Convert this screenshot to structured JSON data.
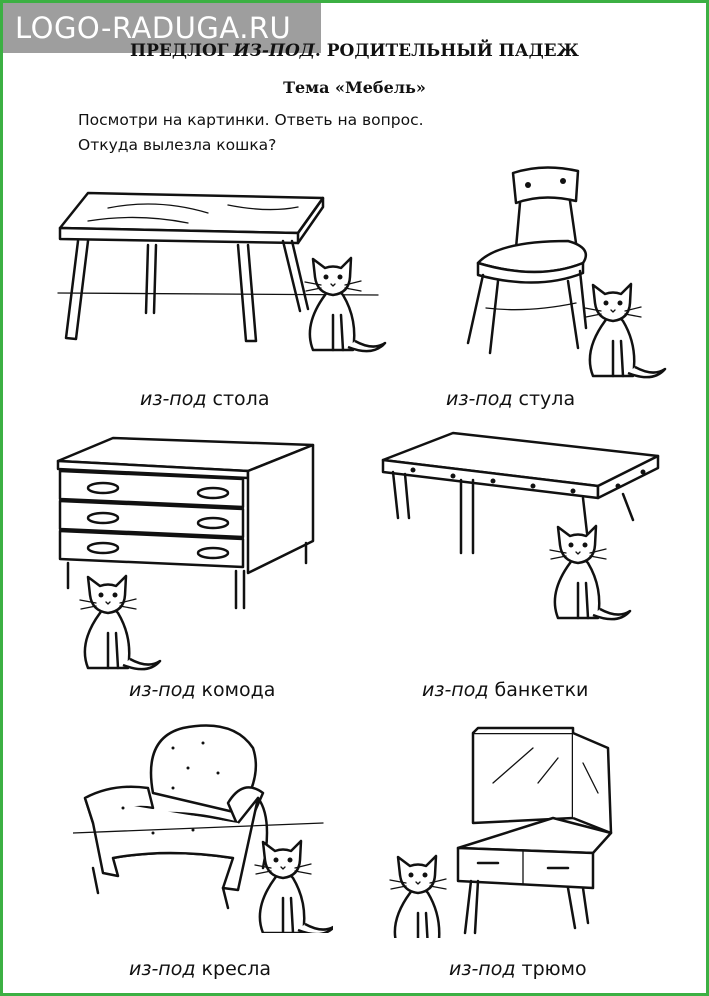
{
  "watermark": "LOGO-RADUGA.RU",
  "title": {
    "part1": "ПРЕДЛОГ",
    "part2": "ИЗ-ПОД",
    "part3": ". РОДИТЕЛЬНЫЙ ПАДЕЖ"
  },
  "subtitle": "Тема «Мебель»",
  "instructions": {
    "line1": "Посмотри на картинки. Ответь на вопрос.",
    "line2": "Откуда вылезла кошка?"
  },
  "captions": [
    {
      "prep": "из-под",
      "word": "стола",
      "icon": "table-icon"
    },
    {
      "prep": "из-под",
      "word": "стула",
      "icon": "chair-icon"
    },
    {
      "prep": "из-под",
      "word": "комода",
      "icon": "dresser-icon"
    },
    {
      "prep": "из-под",
      "word": "банкетки",
      "icon": "bench-icon"
    },
    {
      "prep": "из-под",
      "word": "кресла",
      "icon": "armchair-icon"
    },
    {
      "prep": "из-под",
      "word": "трюмо",
      "icon": "vanity-icon"
    }
  ],
  "colors": {
    "border": "#3cb043",
    "watermark_bg": "#9e9e9e"
  }
}
